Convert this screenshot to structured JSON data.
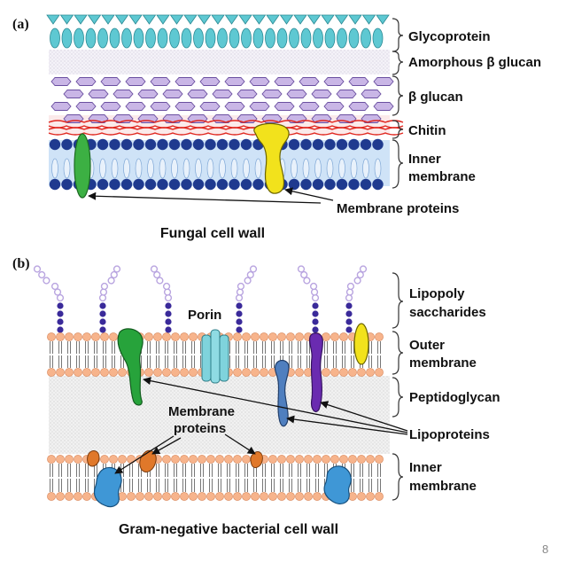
{
  "colors": {
    "glycoprotein": "#5ec8d2",
    "beta_glucan": "#c9b6e6",
    "chitin": "#e0261e",
    "membrane_head": "#1f3a8f",
    "membrane_body": "#cfe3f7",
    "green_protein": "#3cb043",
    "yellow_protein": "#f2e21c",
    "lipid_head": "#f7b48c",
    "lps_sugar": "#b9a5e0",
    "lps_core": "#3a2a9a",
    "porin": "#7fd3dc",
    "purple_protein": "#6a2bb0",
    "blue_protein": "#4f7fbf",
    "orange_protein": "#e0782a",
    "inner_blue_protein": "#3f97d6"
  },
  "panel_a": {
    "tag": "(a)",
    "title": "Fungal cell wall",
    "labels": {
      "glycoprotein": "Glycoprotein",
      "amorphous": "Amorphous β glucan",
      "beta_glucan": "β glucan",
      "chitin": "Chitin",
      "inner_membrane_1": "Inner",
      "inner_membrane_2": "membrane",
      "membrane_proteins": "Membrane proteins"
    }
  },
  "panel_b": {
    "tag": "(b)",
    "title": "Gram-negative bacterial cell wall",
    "labels": {
      "lps_1": "Lipopoly",
      "lps_2": "saccharides",
      "porin": "Porin",
      "outer_membrane_1": "Outer",
      "outer_membrane_2": "membrane",
      "peptidoglycan": "Peptidoglycan",
      "lipoproteins": "Lipoproteins",
      "membrane_proteins_1": "Membrane",
      "membrane_proteins_2": "proteins",
      "inner_membrane_1": "Inner",
      "inner_membrane_2": "membrane"
    }
  },
  "page_number": "8"
}
